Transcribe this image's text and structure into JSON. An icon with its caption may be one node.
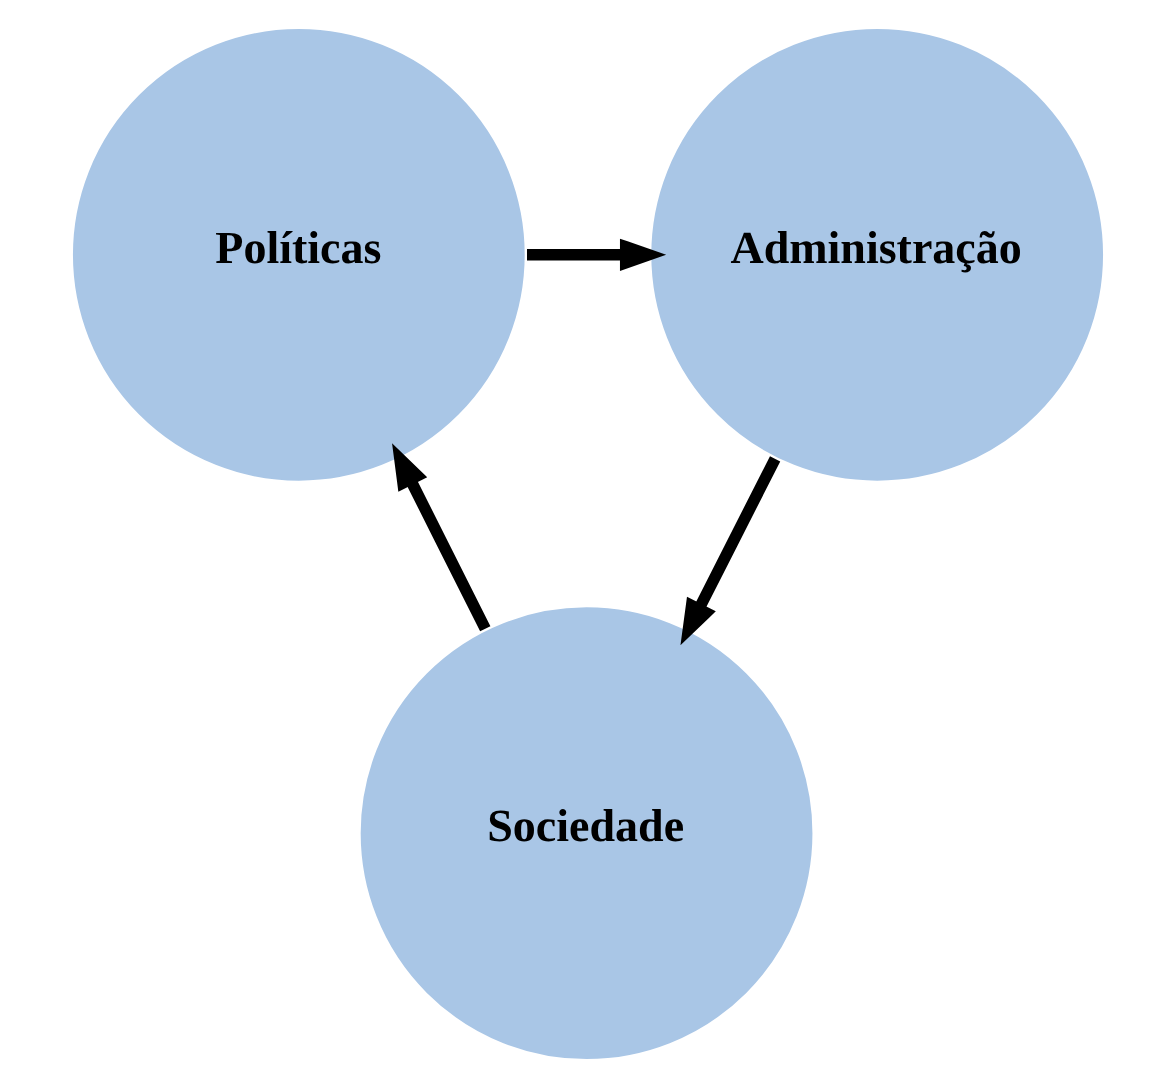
{
  "diagram": {
    "nodes": [
      {
        "text": [
          "Políticas"
        ]
      },
      {
        "text": [
          "Administração"
        ]
      },
      {
        "text": [
          "Sociedade"
        ]
      }
    ],
    "edges": [
      {
        "from": 0,
        "to": 1,
        "arrow": "to"
      },
      {
        "from": 1,
        "to": 2,
        "arrow": "to"
      },
      {
        "from": 2,
        "to": 0,
        "arrow": "to"
      }
    ]
  }
}
